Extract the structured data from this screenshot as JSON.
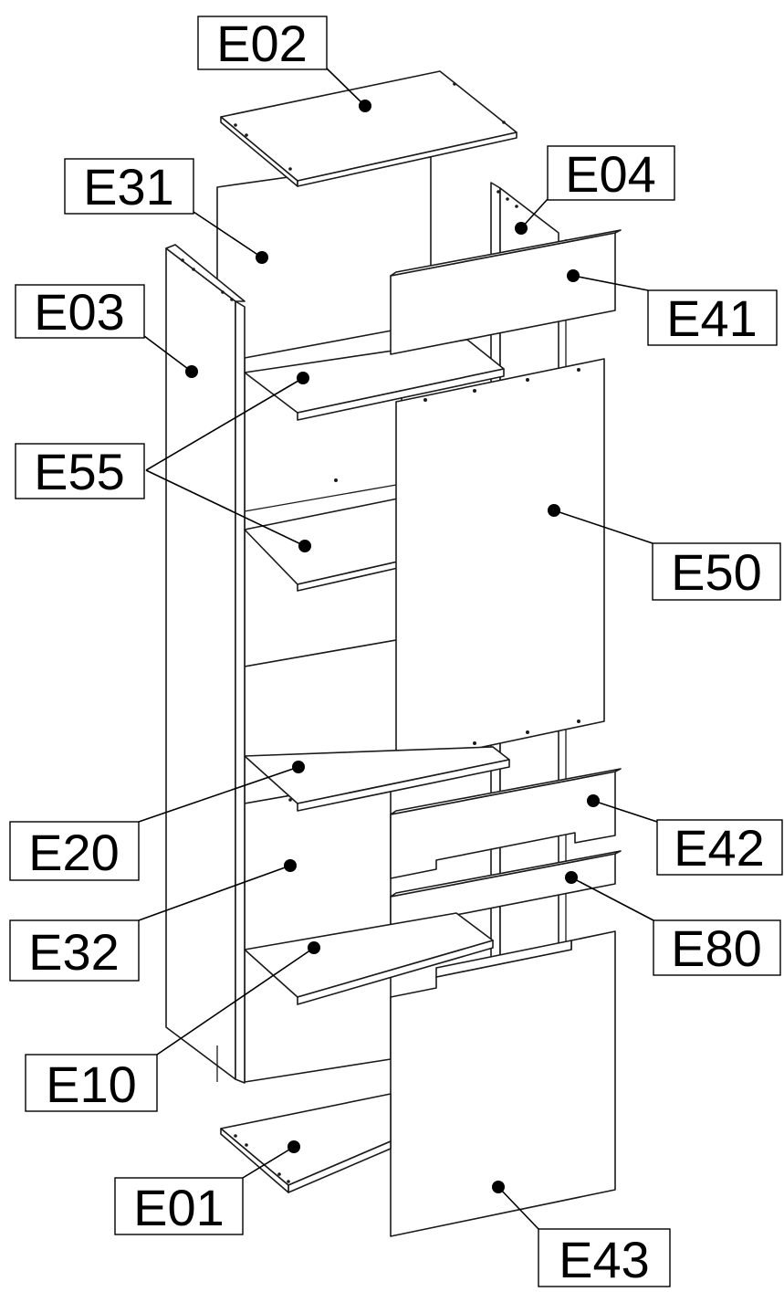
{
  "parts": [
    {
      "id": "E02",
      "label": "E02"
    },
    {
      "id": "E31",
      "label": "E31"
    },
    {
      "id": "E04",
      "label": "E04"
    },
    {
      "id": "E03",
      "label": "E03"
    },
    {
      "id": "E41",
      "label": "E41"
    },
    {
      "id": "E55",
      "label": "E55"
    },
    {
      "id": "E50",
      "label": "E50"
    },
    {
      "id": "E20",
      "label": "E20"
    },
    {
      "id": "E42",
      "label": "E42"
    },
    {
      "id": "E32",
      "label": "E32"
    },
    {
      "id": "E80",
      "label": "E80"
    },
    {
      "id": "E10",
      "label": "E10"
    },
    {
      "id": "E01",
      "label": "E01"
    },
    {
      "id": "E43",
      "label": "E43"
    }
  ]
}
